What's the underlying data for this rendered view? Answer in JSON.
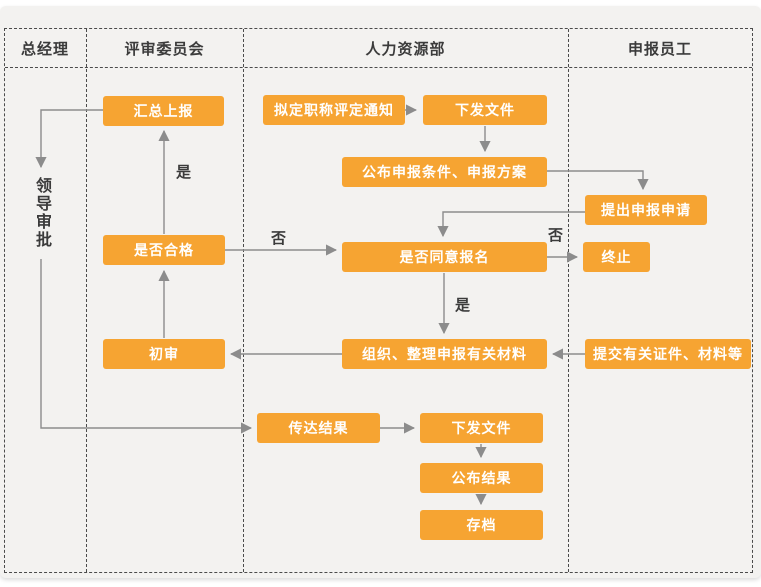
{
  "colors": {
    "background": "#f3f2f0",
    "node_fill": "#f6a432",
    "node_text": "#ffffff",
    "lane_border": "#4b4b4b",
    "arrow": "#8c8c8c",
    "label_text": "#3b3b3b"
  },
  "lanes": [
    {
      "label": "总经理"
    },
    {
      "label": "评审委员会"
    },
    {
      "label": "人力资源部"
    },
    {
      "label": "申报员工"
    }
  ],
  "nodes": [
    {
      "id": "summary-report",
      "lane": "评审委员会",
      "label": "汇总上报"
    },
    {
      "id": "draft-notice",
      "lane": "人力资源部",
      "label": "拟定职称评定通知"
    },
    {
      "id": "issue-document-1",
      "lane": "人力资源部",
      "label": "下发文件"
    },
    {
      "id": "publish-conditions",
      "lane": "人力资源部",
      "label": "公布申报条件、申报方案"
    },
    {
      "id": "submit-application",
      "lane": "申报员工",
      "label": "提出申报申请"
    },
    {
      "id": "approve-registration",
      "lane": "人力资源部",
      "label": "是否同意报名"
    },
    {
      "id": "terminate",
      "lane": "申报员工",
      "label": "终止"
    },
    {
      "id": "qualified-check",
      "lane": "评审委员会",
      "label": "是否合格"
    },
    {
      "id": "initial-review",
      "lane": "评审委员会",
      "label": "初审"
    },
    {
      "id": "organize-materials",
      "lane": "人力资源部",
      "label": "组织、整理申报有关材料"
    },
    {
      "id": "submit-certificates",
      "lane": "申报员工",
      "label": "提交有关证件、材料等"
    },
    {
      "id": "convey-results",
      "lane": "人力资源部",
      "label": "传达结果"
    },
    {
      "id": "issue-document-2",
      "lane": "人力资源部",
      "label": "下发文件"
    },
    {
      "id": "publish-results",
      "lane": "人力资源部",
      "label": "公布结果"
    },
    {
      "id": "archive",
      "lane": "人力资源部",
      "label": "存档"
    }
  ],
  "annotation": {
    "id": "leader-approval",
    "lane": "总经理",
    "text": "领导审批"
  },
  "edge_labels": [
    {
      "text": "是"
    },
    {
      "text": "否"
    },
    {
      "text": "否"
    },
    {
      "text": "是"
    }
  ],
  "edges": [
    {
      "from": "draft-notice",
      "to": "issue-document-1",
      "label": ""
    },
    {
      "from": "issue-document-1",
      "to": "publish-conditions",
      "label": ""
    },
    {
      "from": "publish-conditions",
      "to": "submit-application",
      "label": ""
    },
    {
      "from": "submit-application",
      "to": "approve-registration",
      "label": ""
    },
    {
      "from": "approve-registration",
      "to": "terminate",
      "label": "否"
    },
    {
      "from": "approve-registration",
      "to": "organize-materials",
      "label": "是"
    },
    {
      "from": "submit-certificates",
      "to": "organize-materials",
      "label": ""
    },
    {
      "from": "organize-materials",
      "to": "initial-review",
      "label": ""
    },
    {
      "from": "initial-review",
      "to": "qualified-check",
      "label": ""
    },
    {
      "from": "qualified-check",
      "to": "summary-report",
      "label": "是"
    },
    {
      "from": "qualified-check",
      "to": "approve-registration",
      "label": "否"
    },
    {
      "from": "summary-report",
      "to": "leader-approval",
      "label": ""
    },
    {
      "from": "leader-approval",
      "to": "convey-results",
      "label": ""
    },
    {
      "from": "convey-results",
      "to": "issue-document-2",
      "label": ""
    },
    {
      "from": "issue-document-2",
      "to": "publish-results",
      "label": ""
    },
    {
      "from": "publish-results",
      "to": "archive",
      "label": ""
    }
  ]
}
